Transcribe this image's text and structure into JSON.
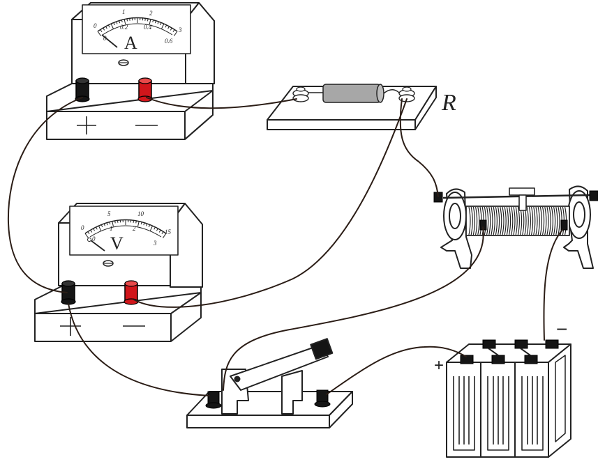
{
  "diagram": {
    "ammeter": {
      "symbol": "A",
      "scale_top": [
        "0",
        "1",
        "2",
        "3"
      ],
      "scale_bottom": [
        "0",
        "0.2",
        "0.4",
        "0.6"
      ],
      "terminal_neg": "—",
      "terminal_pos": "+"
    },
    "voltmeter": {
      "symbol": "V",
      "scale_top": [
        "0",
        "5",
        "10",
        "15"
      ],
      "scale_bottom": [
        "0",
        "1",
        "2",
        "3"
      ],
      "terminal_neg": "—",
      "terminal_pos": "+"
    },
    "resistor": {
      "label": "R"
    },
    "battery": {
      "plus": "+",
      "minus": "−"
    },
    "switch": {},
    "rheostat": {}
  },
  "colors": {
    "line": "#222222",
    "wire": "#2b1d16",
    "terminal_black": "#151515",
    "terminal_red": "#d1161b",
    "resistor_body": "#a7a7a7"
  }
}
